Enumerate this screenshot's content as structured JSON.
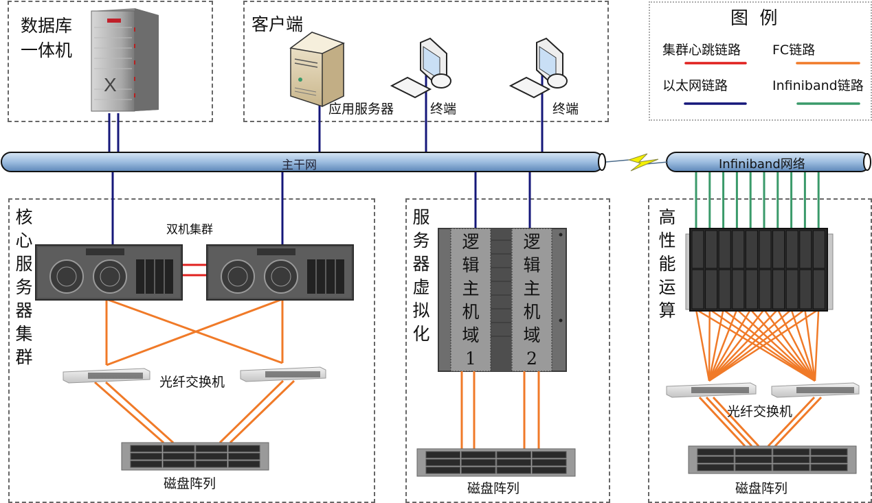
{
  "groups": {
    "db_machine": {
      "title": "数据库一体机",
      "lines": [
        "数据库",
        "一体机"
      ]
    },
    "client": {
      "title": "客户端",
      "app_server": "应用服务器",
      "terminal_1": "终端",
      "terminal_2": "终端"
    },
    "core_cluster": {
      "title": "核心服务器集群",
      "chars": [
        "核",
        "心",
        "服",
        "务",
        "器",
        "集",
        "群"
      ],
      "dual_cluster": "双机集群",
      "fc_switch": "光纤交换机",
      "disk_array": "磁盘阵列"
    },
    "virtualization": {
      "title": "服务器虚拟化",
      "chars": [
        "服",
        "务",
        "器",
        "虚",
        "拟",
        "化"
      ],
      "domain_1": {
        "chars": [
          "逻",
          "辑",
          "主",
          "机",
          "域",
          "1"
        ]
      },
      "domain_2": {
        "chars": [
          "逻",
          "辑",
          "主",
          "机",
          "域",
          "2"
        ]
      },
      "disk_array": "磁盘阵列"
    },
    "hpc": {
      "title": "高性能运算",
      "chars": [
        "高",
        "性",
        "能",
        "运",
        "算"
      ],
      "fc_switch": "光纤交换机",
      "disk_array": "磁盘阵列"
    }
  },
  "networks": {
    "backbone": "主干网",
    "infiniband": "Infiniband网络"
  },
  "legend": {
    "title": "图  例",
    "items": [
      {
        "label": "集群心跳链路",
        "color": "#e0201e"
      },
      {
        "label": "FC链路",
        "color": "#f07a28"
      },
      {
        "label": "以太网链路",
        "color": "#15177a"
      },
      {
        "label": "Infiniband链路",
        "color": "#3a9a6a"
      }
    ]
  },
  "colors": {
    "heartbeat": "#e0201e",
    "fc": "#f07a28",
    "ethernet": "#15177a",
    "infiniband": "#3a9a6a",
    "pipe_fill": "#9ec0e0",
    "lightning": "#f5f000"
  }
}
